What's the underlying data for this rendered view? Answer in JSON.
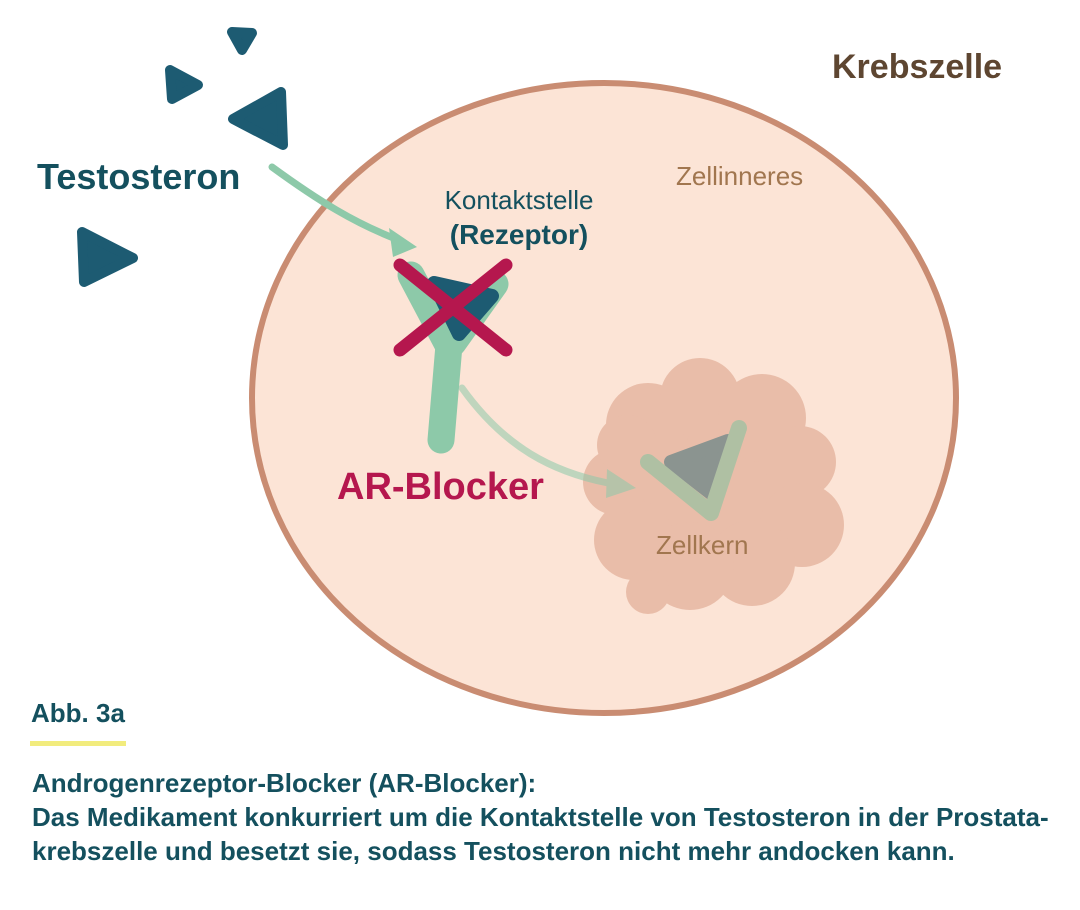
{
  "colors": {
    "teal_dark": "#14505e",
    "teal_triangle": "#1d5b72",
    "mint": "#8dc9a9",
    "crimson": "#b5174e",
    "cell_fill": "#fce4d6",
    "cell_border": "#c98c72",
    "nucleus": "#e9bda9",
    "brown_dark": "#5e4631",
    "brown_light": "#a1764f",
    "gray": "#8b9490",
    "moss": "#afc0a3",
    "yellow": "#f2ec7d"
  },
  "labels": {
    "testosteron": "Testosteron",
    "krebszelle": "Krebszelle",
    "zellinneres": "Zellinneres",
    "kontaktstelle": "Kontaktstelle",
    "rezeptor": "(Rezeptor)",
    "ar_blocker": "AR-Blocker",
    "zellkern": "Zellkern"
  },
  "caption": {
    "figure_label": "Abb. 3a",
    "heading": "Androgenrezeptor-Blocker (AR-Blocker):",
    "body_line1": "Das Medikament konkurriert um die Kontaktstelle von Testosteron in der Prostata-",
    "body_line2": "krebszelle und besetzt sie, sodass Testosteron nicht mehr andocken kann."
  },
  "icons": {
    "testosterone_molecules": "teal-rounded-triangles",
    "receptor": "mint-y-receptor",
    "blocked_receptor_cross": "crimson-x",
    "nucleus_triangle": "gray-rounded-triangle",
    "nucleus_check": "moss-green-check"
  }
}
